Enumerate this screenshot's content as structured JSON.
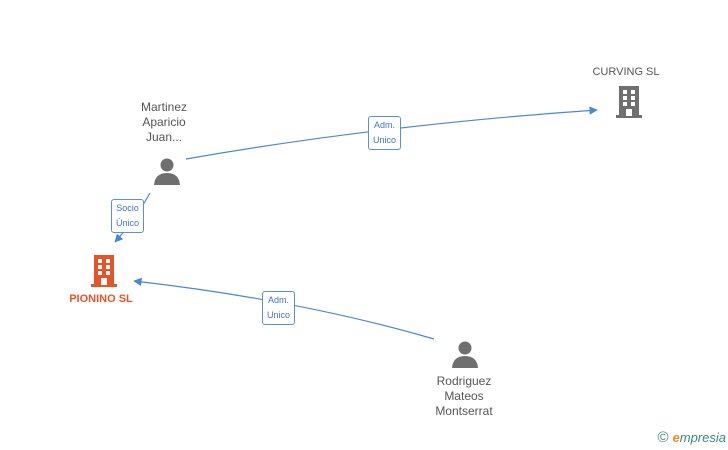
{
  "nodes": {
    "person_martinez": {
      "label": "Martinez\nAparicio\nJuan...",
      "icon": "person-icon",
      "color": "#6f6f6f"
    },
    "company_curving": {
      "label": "CURVING SL",
      "icon": "building-icon",
      "color": "#6f6f6f"
    },
    "company_pionino": {
      "label": "PIONINO SL",
      "icon": "building-icon",
      "color": "#e8542a"
    },
    "person_rodriguez": {
      "label": "Rodriguez\nMateos\nMontserrat",
      "icon": "person-icon",
      "color": "#6f6f6f"
    }
  },
  "edges": {
    "martinez_curving": {
      "label": "Adm.\nUnico"
    },
    "martinez_pionino": {
      "label": "Socio\nÚnico"
    },
    "rodriguez_pionino": {
      "label": "Adm.\nUnico"
    }
  },
  "edge_color": "#4a86d8",
  "brand": {
    "copyright": "©",
    "initial": "e",
    "name": "mpresia"
  }
}
